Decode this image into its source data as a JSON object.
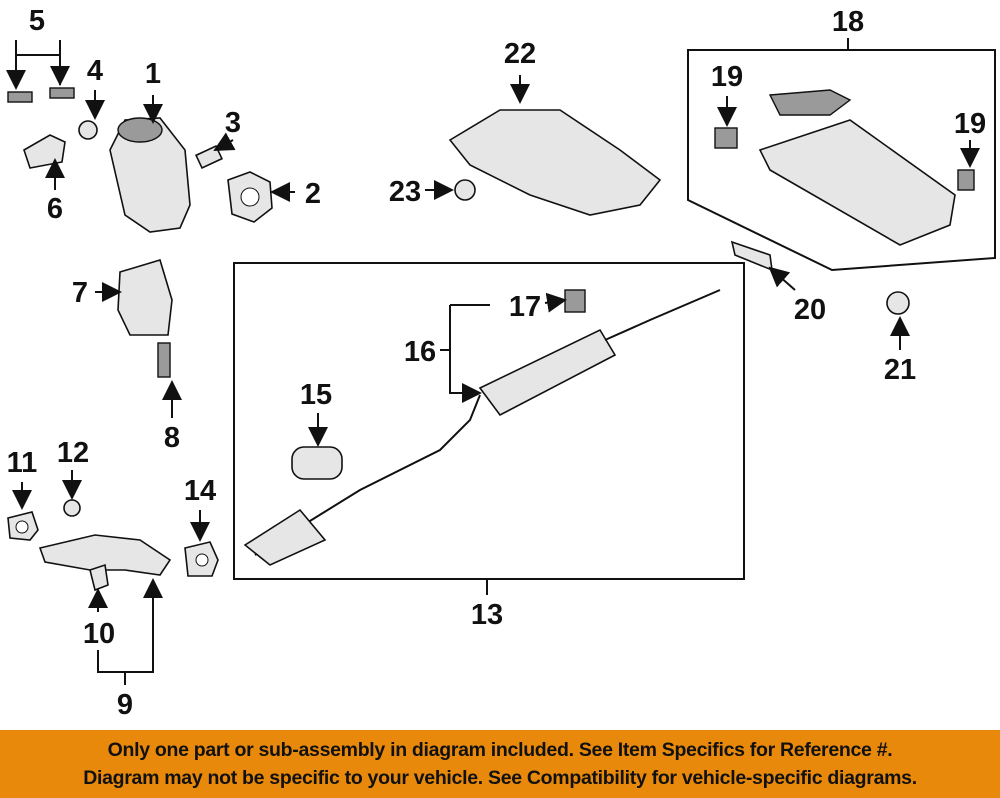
{
  "callouts": {
    "c1": "1",
    "c2": "2",
    "c3": "3",
    "c4": "4",
    "c5": "5",
    "c6": "6",
    "c7": "7",
    "c8": "8",
    "c9": "9",
    "c10": "10",
    "c11": "11",
    "c12": "12",
    "c13": "13",
    "c14": "14",
    "c15": "15",
    "c16": "16",
    "c17": "17",
    "c18": "18",
    "c19a": "19",
    "c19b": "19",
    "c20": "20",
    "c21": "21",
    "c22": "22",
    "c23": "23"
  },
  "banner": {
    "line1": "Only one part or sub-assembly in diagram included. See Item Specifics for Reference #.",
    "line2": "Diagram may not be specific to your vehicle. See Compatibility for vehicle-specific diagrams.",
    "color": "#e8890c"
  }
}
